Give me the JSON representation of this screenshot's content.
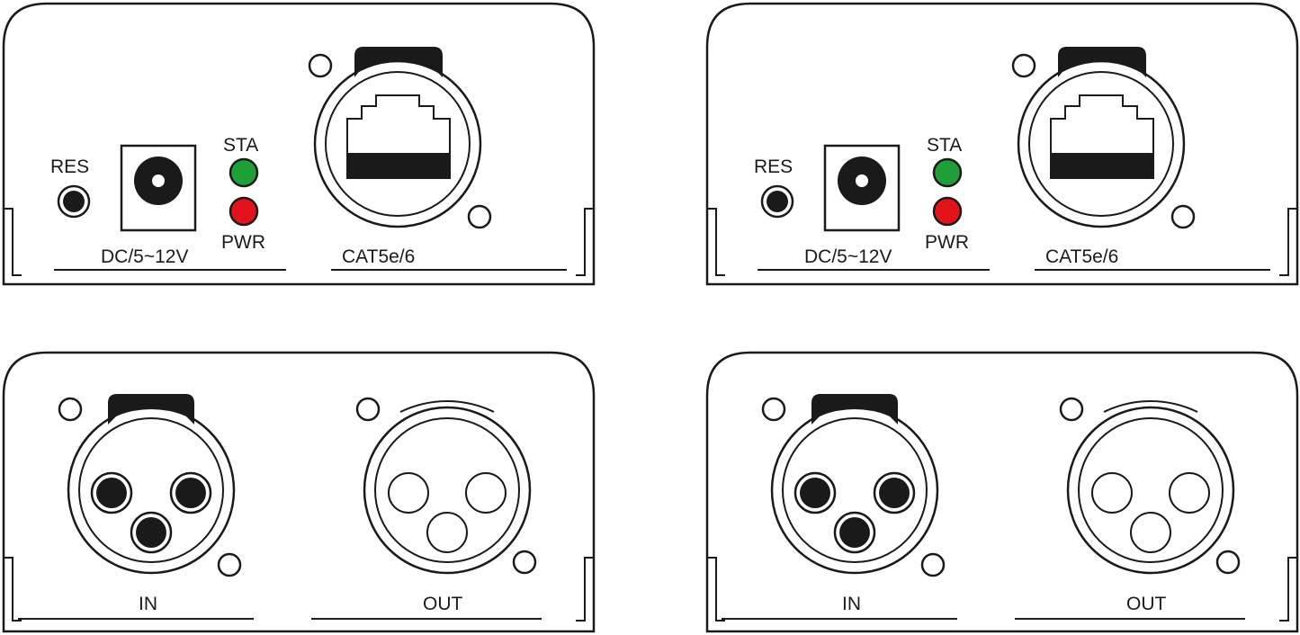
{
  "colors": {
    "sta_led": "#1f9e3a",
    "pwr_led": "#e3131b",
    "outline": "#1a1a1a"
  },
  "panels": [
    {
      "kind": "rj45",
      "labels": {
        "res": "RES",
        "dc": "DC/5~12V",
        "sta": "STA",
        "pwr": "PWR",
        "cat": "CAT5e/6"
      }
    },
    {
      "kind": "rj45",
      "labels": {
        "res": "RES",
        "dc": "DC/5~12V",
        "sta": "STA",
        "pwr": "PWR",
        "cat": "CAT5e/6"
      }
    },
    {
      "kind": "xlr",
      "labels": {
        "in": "IN",
        "out": "OUT"
      }
    },
    {
      "kind": "xlr",
      "labels": {
        "in": "IN",
        "out": "OUT"
      }
    }
  ]
}
